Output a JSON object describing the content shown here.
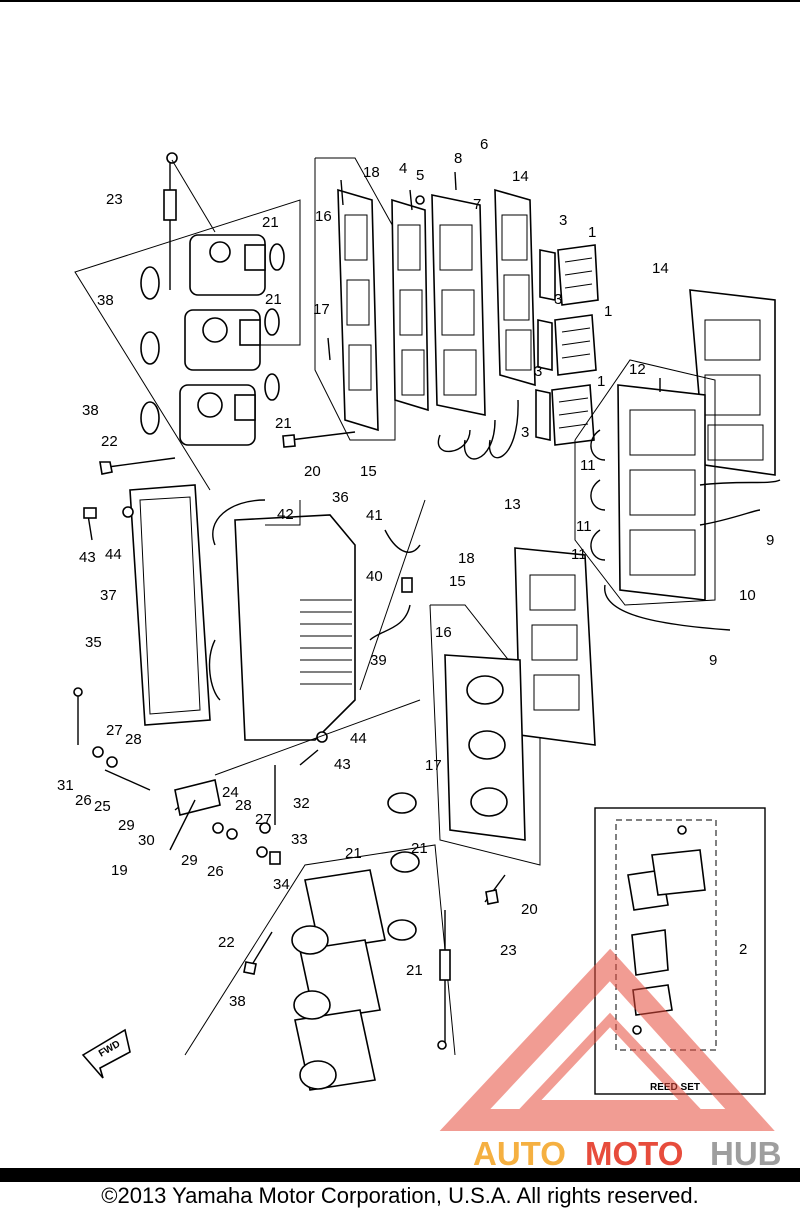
{
  "callouts": {
    "c1a": "1",
    "c1b": "1",
    "c1c": "1",
    "c2": "2",
    "c3a": "3",
    "c3b": "3",
    "c3c": "3",
    "c3d": "3",
    "c4": "4",
    "c5": "5",
    "c6": "6",
    "c7": "7",
    "c8": "8",
    "c9a": "9",
    "c9b": "9",
    "c10": "10",
    "c11a": "11",
    "c11b": "11",
    "c11c": "11",
    "c12": "12",
    "c13": "13",
    "c14a": "14",
    "c14b": "14",
    "c15a": "15",
    "c15b": "15",
    "c16a": "16",
    "c16b": "16",
    "c17a": "17",
    "c17b": "17",
    "c18a": "18",
    "c18b": "18",
    "c19": "19",
    "c20a": "20",
    "c20b": "20",
    "c21a": "21",
    "c21b": "21",
    "c21c": "21",
    "c21d": "21",
    "c21e": "21",
    "c21f": "21",
    "c22a": "22",
    "c22b": "22",
    "c23a": "23",
    "c23b": "23",
    "c24": "24",
    "c25": "25",
    "c26a": "26",
    "c26b": "26",
    "c27a": "27",
    "c27b": "27",
    "c28a": "28",
    "c28b": "28",
    "c29a": "29",
    "c29b": "29",
    "c30": "30",
    "c31": "31",
    "c32": "32",
    "c33": "33",
    "c34": "34",
    "c35": "35",
    "c36": "36",
    "c37": "37",
    "c38a": "38",
    "c38b": "38",
    "c38c": "38",
    "c39": "39",
    "c40": "40",
    "c41": "41",
    "c42": "42",
    "c43a": "43",
    "c43b": "43",
    "c44a": "44",
    "c44b": "44"
  },
  "labels": {
    "reed_set": "REED SET",
    "fwd": "FWD"
  },
  "watermark": {
    "text_auto": "AUTO",
    "text_moto": "MOTO",
    "text_hub": "HUB",
    "color_orange": "#f5b041",
    "color_red": "#e74c3c",
    "color_gray": "#9e9e9e"
  },
  "footer": {
    "copyright": "©2013 Yamaha Motor Corporation, U.S.A. All rights reserved."
  }
}
